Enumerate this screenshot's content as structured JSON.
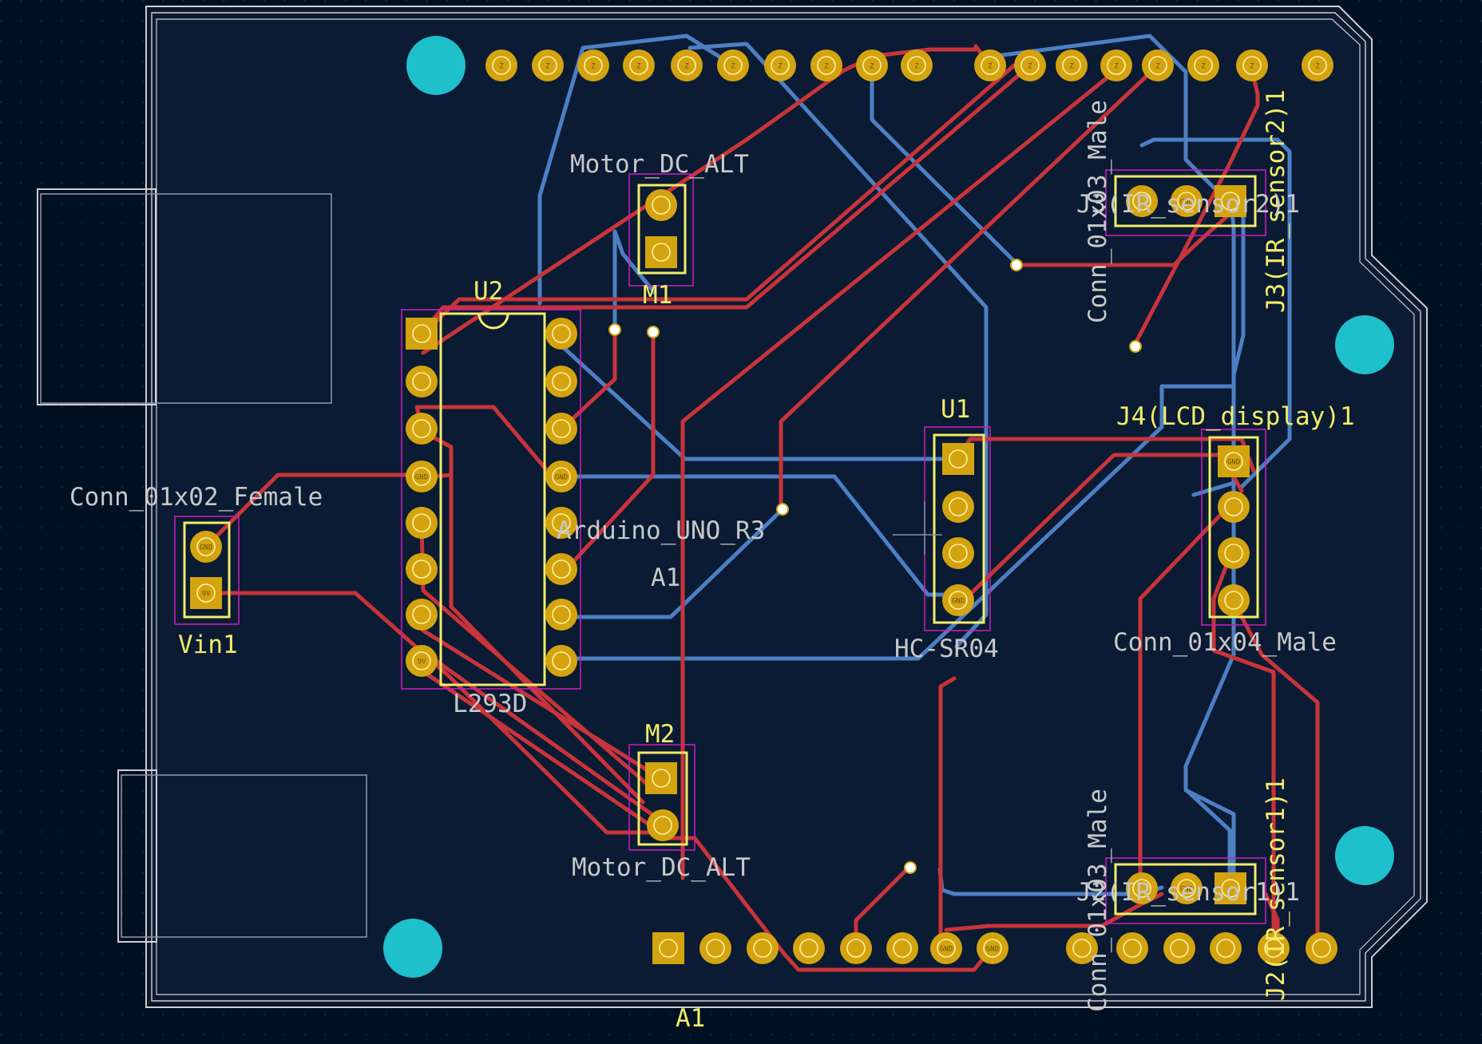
{
  "colors": {
    "background": "#001023",
    "grid": "#1d2a3f",
    "board_edge": "#cfcfcf",
    "board_edge_inner": "#e6c8c8",
    "silk_white": "#c8c8c8",
    "silk_yellow": "#f2ec6a",
    "courtyard": "#c11fb5",
    "pad_gold": "#d4a410",
    "pad_hole": "#fff0a0",
    "track_front": "#c8343a",
    "track_back": "#4d7fc4",
    "mounting_hole": "#1ec0cc",
    "via": "#ffffff",
    "fab_outline": "#8c8faa"
  },
  "labels": {
    "arduino_value": "Arduino_UNO_R3",
    "arduino_ref_top": "A1",
    "arduino_ref_bottom": "A1",
    "u2_ref": "U2",
    "u2_value": "L293D",
    "m1_ref": "M1",
    "m1_value": "Motor_DC_ALT",
    "m2_ref": "M2",
    "m2_value": "Motor_DC_ALT",
    "vin_ref": "Vin1",
    "vin_value": "Conn_01x02_Female",
    "u1_ref": "U1",
    "u1_value": "HC-SR04",
    "j4_ref": "J4(LCD_display)1",
    "j4_value": "Conn_01x04_Male",
    "j3_ref": "J3(IR_sensor2)1",
    "j3_value": "Conn_01x03_Male",
    "j3_overlap": "J3(IR_sensor2)1",
    "j2_ref": "J2(IR_sensor1)1",
    "j2_value": "Conn_01x03_Male",
    "j2_overlap": "J2(IR_sensor1)1"
  },
  "pin_texts": {
    "top_header_left": [
      "Z",
      "Z",
      "Z",
      "Z",
      "Z",
      "Z",
      "Z",
      "Z",
      "Z",
      "Z"
    ],
    "top_header_right": [
      "Z",
      "Z",
      "Z",
      "Z",
      "Z",
      "Z",
      "Z",
      "Z"
    ],
    "bottom_power": [
      "",
      "",
      "",
      "",
      "",
      "",
      "GND",
      "GND"
    ],
    "bottom_analog": [
      "",
      "",
      "",
      "",
      "",
      ""
    ],
    "u2_left": [
      "",
      "",
      "",
      "GND",
      "",
      "",
      "",
      "9V"
    ],
    "u2_right": [
      "",
      "",
      "",
      "GND",
      "",
      "",
      "",
      ""
    ],
    "u1": [
      "",
      "",
      "",
      "GND"
    ],
    "j4": [
      "GND",
      "",
      "",
      ""
    ],
    "vin": [
      "GND",
      "9V"
    ],
    "j3": [
      "",
      "GND",
      ""
    ],
    "j2": [
      "",
      "GND",
      ""
    ]
  }
}
